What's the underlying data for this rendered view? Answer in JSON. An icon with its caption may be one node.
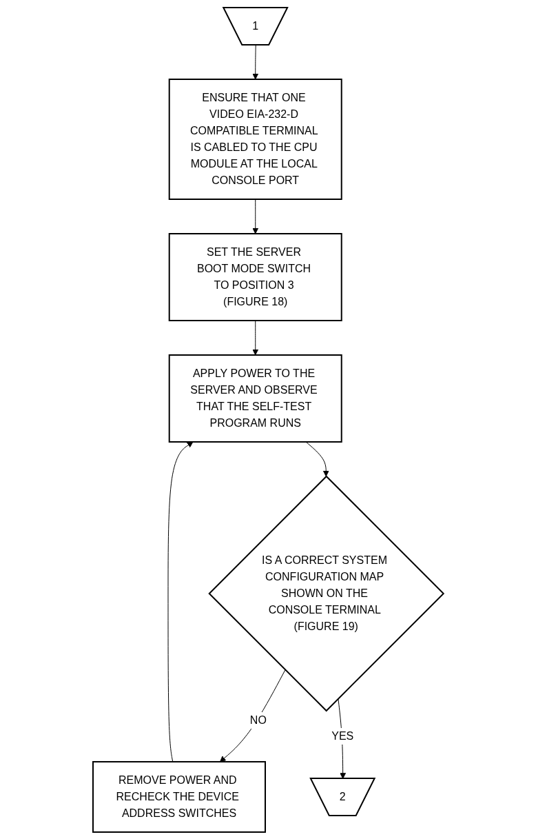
{
  "diagram": {
    "nodes": [
      {
        "text": [
          "1"
        ]
      },
      {
        "text": [
          "ENSURE THAT ONE VIDEO EIA-232-D COMPATIBLE TERMINAL IS CABLED TO THE CPU MODULE AT THE LOCAL CONSOLE PORT"
        ]
      },
      {
        "text": [
          "SET THE SERVER BOOT MODE SWITCH TO POSITION 3 (FIGURE 18)"
        ]
      },
      {
        "text": [
          "APPLY POWER TO THE SERVER AND OBSERVE THAT THE SELF-TEST PROGRAM RUNS"
        ]
      },
      {
        "text": [
          "IS A CORRECT SYSTEM CONFIGURATION MAP SHOWN ON THE CONSOLE TERMINAL (FIGURE 19)"
        ]
      },
      {
        "text": [
          "REMOVE POWER AND RECHECK THE DEVICE ADDRESS SWITCHES"
        ]
      },
      {
        "text": [
          "2"
        ]
      }
    ],
    "edges": [
      {
        "from": 0,
        "to": 1,
        "arrow": "to"
      },
      {
        "from": 1,
        "to": 2,
        "arrow": "to"
      },
      {
        "from": 2,
        "to": 3,
        "arrow": "to"
      },
      {
        "from": 3,
        "to": 4,
        "arrow": "to"
      },
      {
        "from": 4,
        "to": 5,
        "label": "NO",
        "arrow": "to"
      },
      {
        "from": 5,
        "to": 3,
        "arrow": "to"
      },
      {
        "from": 4,
        "to": 6,
        "label": "YES",
        "arrow": "to"
      }
    ]
  }
}
